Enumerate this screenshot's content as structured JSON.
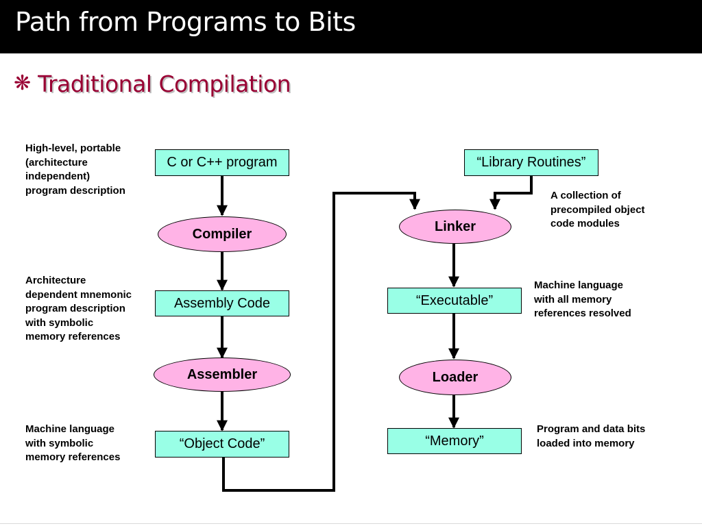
{
  "slide": {
    "title": "Path from Programs to Bits",
    "subtitle_bullet": "❋",
    "subtitle": "Traditional Compilation"
  },
  "colors": {
    "title_bar": "#000000",
    "title_text": "#ffffff",
    "subtitle": "#990033",
    "box_fill": "#99ffe6",
    "ellipse_fill": "#ffb3e6",
    "arrow": "#000000"
  },
  "nodes": {
    "c_program": "C or C++ program",
    "compiler": "Compiler",
    "assembly_code": "Assembly Code",
    "assembler": "Assembler",
    "object_code": "“Object Code”",
    "library_routines": "“Library Routines”",
    "linker": "Linker",
    "executable": "“Executable”",
    "loader": "Loader",
    "memory": "“Memory”"
  },
  "notes": {
    "high_level": [
      "High-level, portable",
      "(architecture",
      "independent)",
      "program description"
    ],
    "assembly": [
      "Architecture",
      "dependent mnemonic",
      "program description",
      "with symbolic",
      "memory references"
    ],
    "object": [
      "Machine language",
      "with symbolic",
      "memory references"
    ],
    "library": [
      "A collection of",
      "precompiled object",
      "code modules"
    ],
    "executable": [
      "Machine language",
      "with all memory",
      "references resolved"
    ],
    "memory": [
      "Program and data bits",
      "loaded into memory"
    ]
  },
  "edges": [
    {
      "from": "c_program",
      "to": "compiler"
    },
    {
      "from": "compiler",
      "to": "assembly_code"
    },
    {
      "from": "assembly_code",
      "to": "assembler"
    },
    {
      "from": "assembler",
      "to": "object_code"
    },
    {
      "from": "object_code",
      "to": "linker"
    },
    {
      "from": "library_routines",
      "to": "linker"
    },
    {
      "from": "linker",
      "to": "executable"
    },
    {
      "from": "executable",
      "to": "loader"
    },
    {
      "from": "loader",
      "to": "memory"
    }
  ]
}
